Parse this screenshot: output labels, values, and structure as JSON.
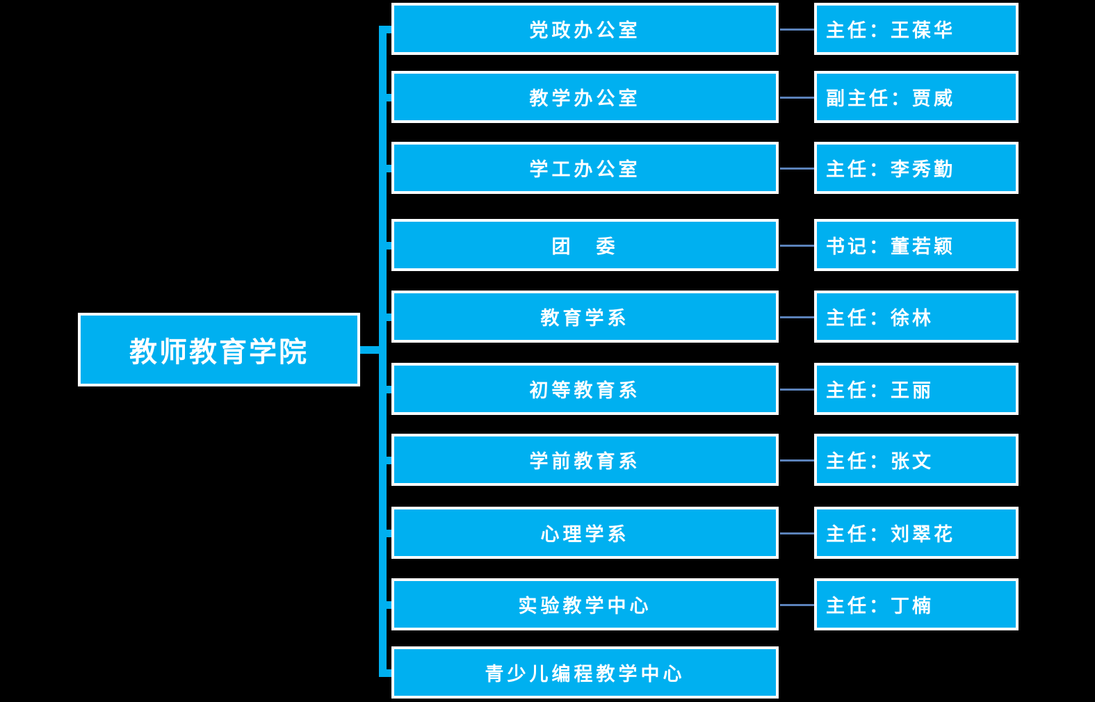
{
  "root": {
    "label": "教师教育学院"
  },
  "rows": [
    {
      "dept": "党政办公室",
      "leader": "主任：王葆华"
    },
    {
      "dept": "教学办公室",
      "leader": "副主任：贾威"
    },
    {
      "dept": "学工办公室",
      "leader": "主任：李秀勤"
    },
    {
      "dept": "团　委",
      "leader": "书记：董若颖"
    },
    {
      "dept": "教育学系",
      "leader": "主任：徐林"
    },
    {
      "dept": "初等教育系",
      "leader": "主任：王丽"
    },
    {
      "dept": "学前教育系",
      "leader": "主任：张文"
    },
    {
      "dept": "心理学系",
      "leader": "主任：刘翠花"
    },
    {
      "dept": "实验教学中心",
      "leader": "主任：丁楠"
    },
    {
      "dept": "青少儿编程教学中心",
      "leader": null
    }
  ],
  "colors": {
    "background": "#000000",
    "node_fill": "#00b0f0",
    "node_border": "#ffffff",
    "node_text": "#ffffff",
    "branch_connector": "#00b0f0",
    "leader_connector": "#5b82ba"
  }
}
